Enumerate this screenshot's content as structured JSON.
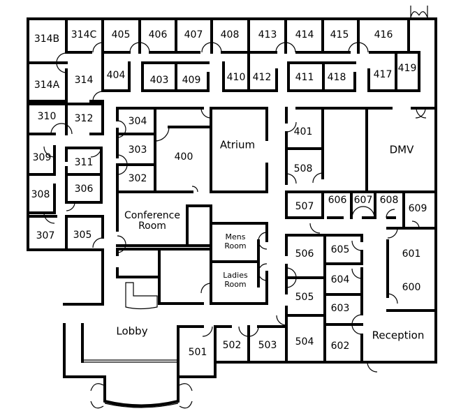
{
  "title": "Building Floor Plan",
  "rooms": {
    "r314B": "314B",
    "r314C": "314C",
    "r405": "405",
    "r406": "406",
    "r407": "407",
    "r408": "408",
    "r413": "413",
    "r414": "414",
    "r415": "415",
    "r416": "416",
    "r314A": "314A",
    "r314": "314",
    "r404": "404",
    "r403": "403",
    "r409": "409",
    "r410": "410",
    "r412": "412",
    "r411": "411",
    "r418": "418",
    "r417": "417",
    "r419": "419",
    "r310": "310",
    "r312": "312",
    "r304": "304",
    "r303": "303",
    "r302": "302",
    "r400": "400",
    "atrium": "Atrium",
    "r401": "401",
    "r508": "508",
    "dmv": "DMV",
    "r309": "309",
    "r311": "311",
    "r308": "308",
    "r306": "306",
    "r307": "307",
    "r305": "305",
    "conf1": "Conference",
    "conf2": "Room",
    "mens1": "Mens",
    "mens2": "Room",
    "ladies1": "Ladies",
    "ladies2": "Room",
    "r507": "507",
    "r606": "606",
    "r607": "607",
    "r608": "608",
    "r609": "609",
    "r506": "506",
    "r605": "605",
    "r604": "604",
    "r505": "505",
    "r603": "603",
    "r601": "601",
    "r600": "600",
    "reception": "Reception",
    "r602": "602",
    "r504": "504",
    "r503": "503",
    "r502": "502",
    "r501": "501",
    "lobby": "Lobby"
  }
}
